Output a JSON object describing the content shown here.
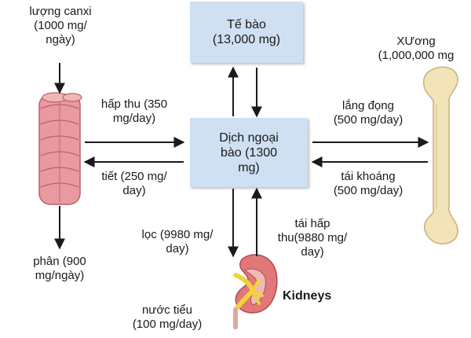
{
  "cell_box": {
    "line1": "Tế bào",
    "line2": "(13,000 mg)"
  },
  "ecf_box": {
    "line1": "Dịch ngoại",
    "line2": "bào (1300",
    "line3": "mg)"
  },
  "intake": {
    "line1": "lượng canxi",
    "line2": "(1000 mg/",
    "line3": "ngày)"
  },
  "bone": {
    "line1": "XƯơng",
    "line2": "(1,000,000 mg"
  },
  "absorption": {
    "line1": "hấp thu (350",
    "line2": "mg/day)"
  },
  "secretion": {
    "line1": "tiết (250 mg/",
    "line2": "day)"
  },
  "deposition": {
    "line1": "lắng đọng",
    "line2": "(500 mg/day)"
  },
  "resorption": {
    "line1": "tái khoáng",
    "line2": "(500 mg/day)"
  },
  "feces": {
    "line1": "phân (900",
    "line2": "mg/ngày)"
  },
  "filtration": {
    "line1": "lọc (9980 mg/",
    "line2": "day)"
  },
  "reabsorption": {
    "line1": "tái hấp",
    "line2": "thu(9880 mg/",
    "line3": "day)"
  },
  "urine": {
    "line1": "nước tiểu",
    "line2": "(100 mg/day)"
  },
  "kidneys_label": "Kidneys",
  "colors": {
    "box_fill": "#cfe0f2",
    "arrow": "#1a1a1a",
    "intestine": "#e89aa0",
    "bone": "#f3e3b8",
    "kidney": "#e0787a"
  }
}
